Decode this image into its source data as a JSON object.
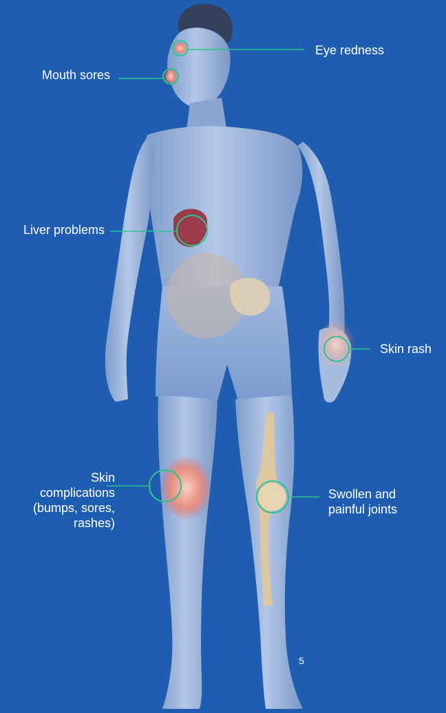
{
  "callouts": {
    "eye_redness": "Eye redness",
    "mouth_sores": "Mouth sores",
    "liver_problems": "Liver problems",
    "skin_rash": "Skin rash",
    "skin_complications": [
      "Skin",
      "complications",
      "(bumps, sores,",
      "rashes)"
    ],
    "joints": [
      "Swollen and",
      "painful joints"
    ]
  },
  "page_number": "5",
  "colors": {
    "background": "#1f5db0",
    "leader_line": "#2bc48f",
    "body_tone": "#9bb3d8",
    "highlight": "#f07a5a"
  }
}
